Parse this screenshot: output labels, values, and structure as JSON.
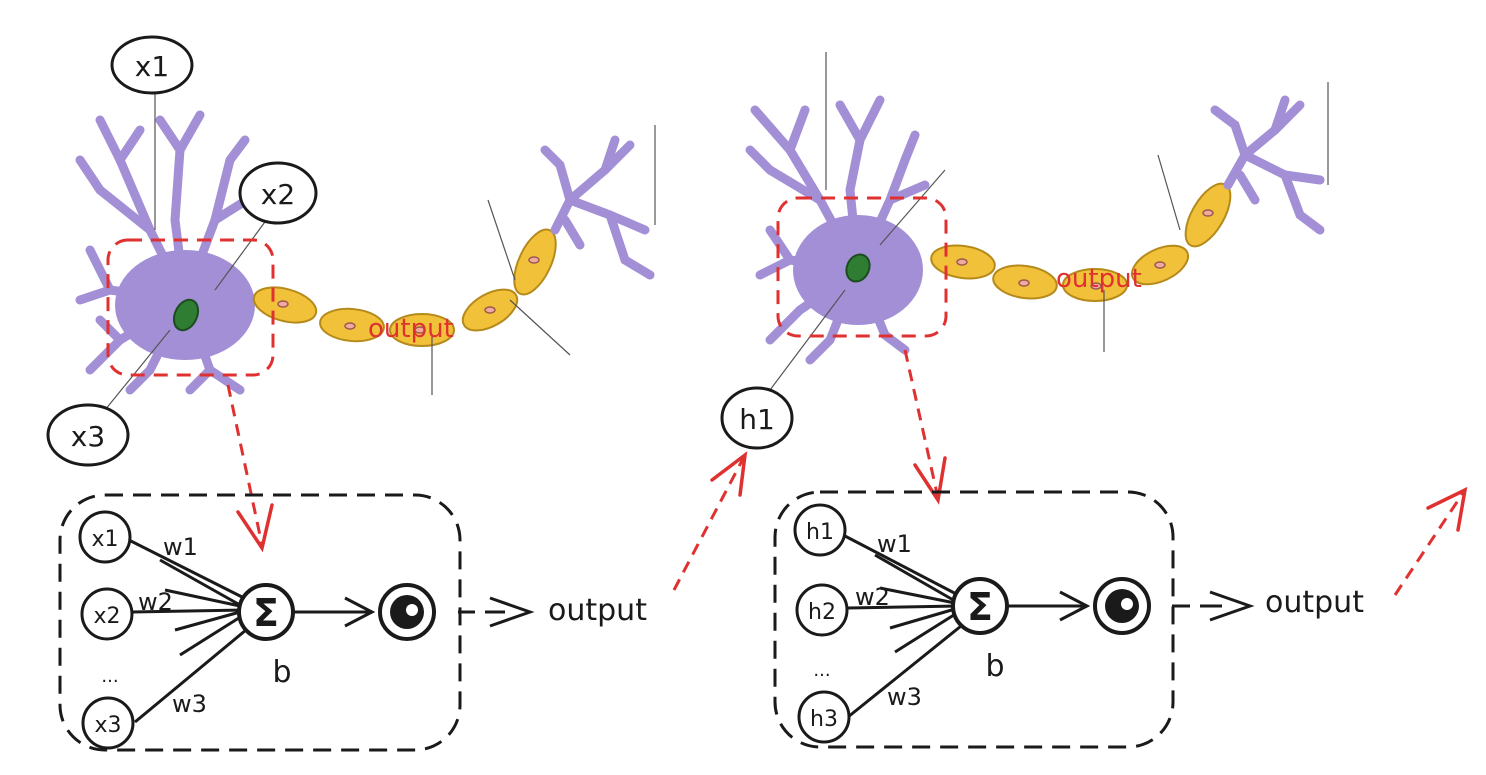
{
  "neuron_left": {
    "inputs": [
      "x1",
      "x2",
      "x3"
    ],
    "output_label": "output"
  },
  "neuron_right": {
    "input": "h1",
    "output_label": "output"
  },
  "perceptron_left": {
    "inputs": [
      "x1",
      "x2",
      "...",
      "x3"
    ],
    "weights": [
      "w1",
      "w2",
      "w3"
    ],
    "bias": "b",
    "output_label": "output"
  },
  "perceptron_right": {
    "inputs": [
      "h1",
      "h2",
      "...",
      "h3"
    ],
    "weights": [
      "w1",
      "w2",
      "w3"
    ],
    "bias": "b",
    "output_label": "output"
  },
  "colors": {
    "dendrite": "#a38fd6",
    "myelin": "#f2c13a",
    "nucleus": "#2e7d32",
    "highlight": "#e03131",
    "ink": "#1a1a1a"
  }
}
